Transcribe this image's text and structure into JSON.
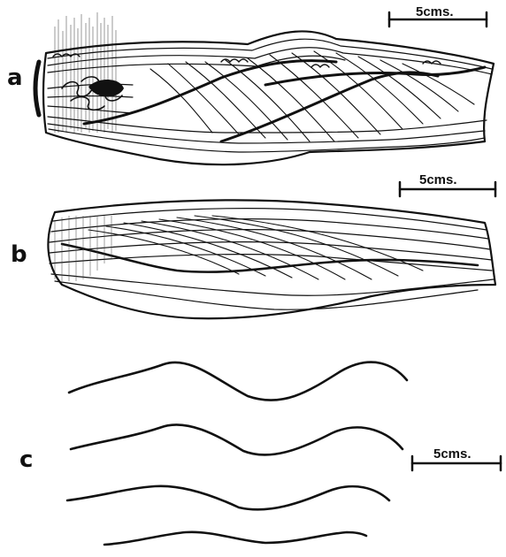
{
  "panels": [
    {
      "label": "a",
      "scale_bar": "5cms."
    },
    {
      "label": "b",
      "scale_bar": "5cms."
    },
    {
      "label": "c",
      "scale_bar": "5cms."
    }
  ]
}
